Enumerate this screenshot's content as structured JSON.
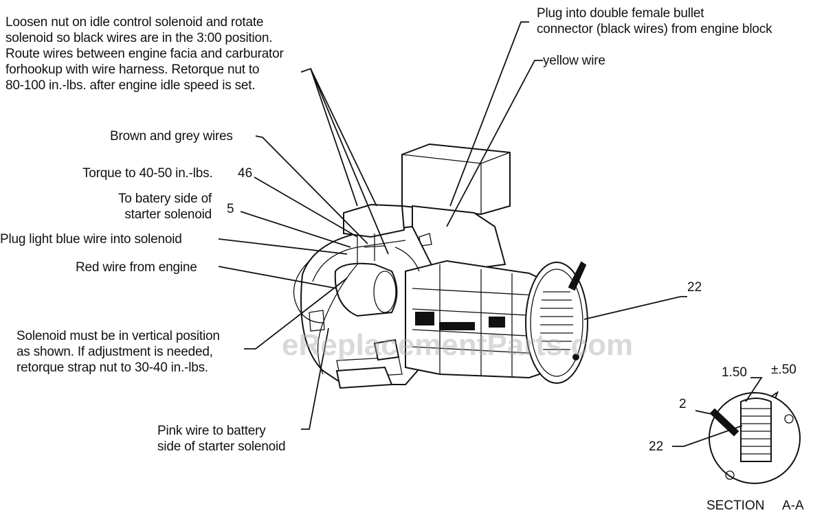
{
  "callouts": {
    "idle_solenoid": "Loosen nut on idle control solenoid and rotate\nsolenoid so black wires are in the 3:00 position.\nRoute wires between engine facia and carburator\nforhookup with wire harness. Retorque nut to\n80-100 in.-lbs. after engine idle speed is set.",
    "plug_double": "Plug into double female bullet\nconnector (black wires) from engine block",
    "yellow_wire": "yellow wire",
    "brown_grey": "Brown and grey wires",
    "torque_40_50": "Torque to 40-50 in.-lbs.",
    "battery_side": "To batery side of\nstarter solenoid",
    "light_blue": "Plug light blue wire into solenoid",
    "red_wire": "Red wire from engine",
    "solenoid_vertical": "Solenoid must be in vertical position\nas shown. If adjustment is needed,\nretorque strap nut to 30-40 in.-lbs.",
    "pink_wire": "Pink wire to battery\nside of starter solenoid"
  },
  "ref_numbers": {
    "n46": "46",
    "n5": "5",
    "n22_main": "22",
    "n2": "2",
    "n22_section": "22"
  },
  "section": {
    "dim_a": "1.50",
    "dim_b": "±.50",
    "title_left": "SECTION",
    "title_right": "A-A"
  },
  "watermark": "eReplacementParts.com"
}
